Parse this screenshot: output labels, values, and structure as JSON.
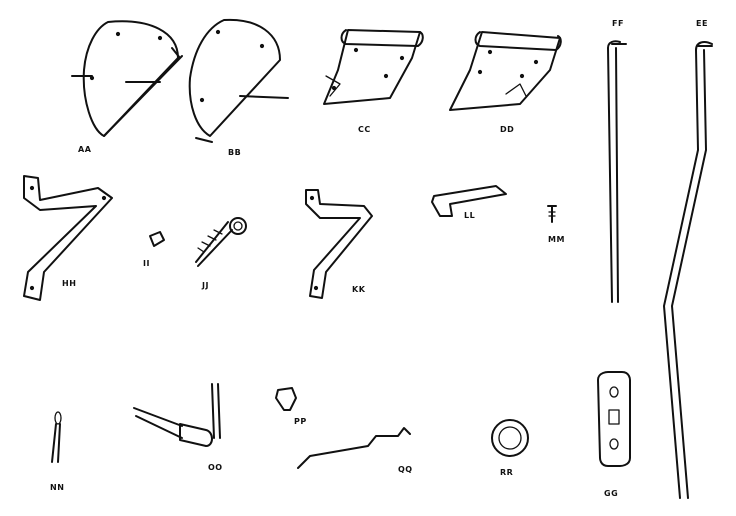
{
  "parts": [
    {
      "id": "AA",
      "label": "AA"
    },
    {
      "id": "BB",
      "label": "BB"
    },
    {
      "id": "CC",
      "label": "CC"
    },
    {
      "id": "DD",
      "label": "DD"
    },
    {
      "id": "FF",
      "label": "FF"
    },
    {
      "id": "EE",
      "label": "EE"
    },
    {
      "id": "HH",
      "label": "HH"
    },
    {
      "id": "II",
      "label": "II"
    },
    {
      "id": "JJ",
      "label": "JJ"
    },
    {
      "id": "KK",
      "label": "KK"
    },
    {
      "id": "LL",
      "label": "LL"
    },
    {
      "id": "MM",
      "label": "MM"
    },
    {
      "id": "NN",
      "label": "NN"
    },
    {
      "id": "OO",
      "label": "OO"
    },
    {
      "id": "PP",
      "label": "PP"
    },
    {
      "id": "QQ",
      "label": "QQ"
    },
    {
      "id": "RR",
      "label": "RR"
    },
    {
      "id": "GG",
      "label": "GG"
    }
  ]
}
